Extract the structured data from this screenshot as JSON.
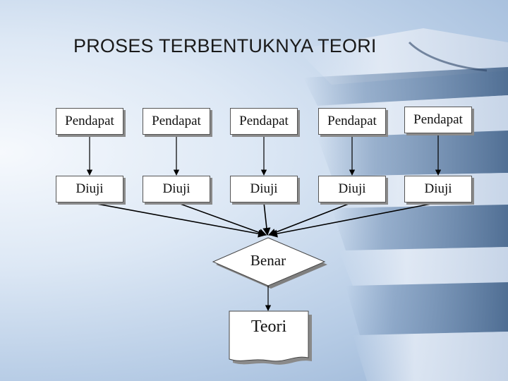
{
  "title": "PROSES TERBENTUKNYA TEORI",
  "columns": [
    {
      "pendapat": "Pendapat",
      "diuji": "Diuji"
    },
    {
      "pendapat": "Pendapat",
      "diuji": "Diuji"
    },
    {
      "pendapat": "Pendapat",
      "diuji": "Diuji"
    },
    {
      "pendapat": "Pendapat",
      "diuji": "Diuji"
    },
    {
      "pendapat": "Pendapat",
      "diuji": "Diuji"
    }
  ],
  "decision": {
    "label": "Benar"
  },
  "result": {
    "label": "Teori"
  },
  "colors": {
    "background": "#c7d8ec",
    "box_fill": "#ffffff",
    "line": "#000000",
    "shadow": "#8a8a8a"
  }
}
